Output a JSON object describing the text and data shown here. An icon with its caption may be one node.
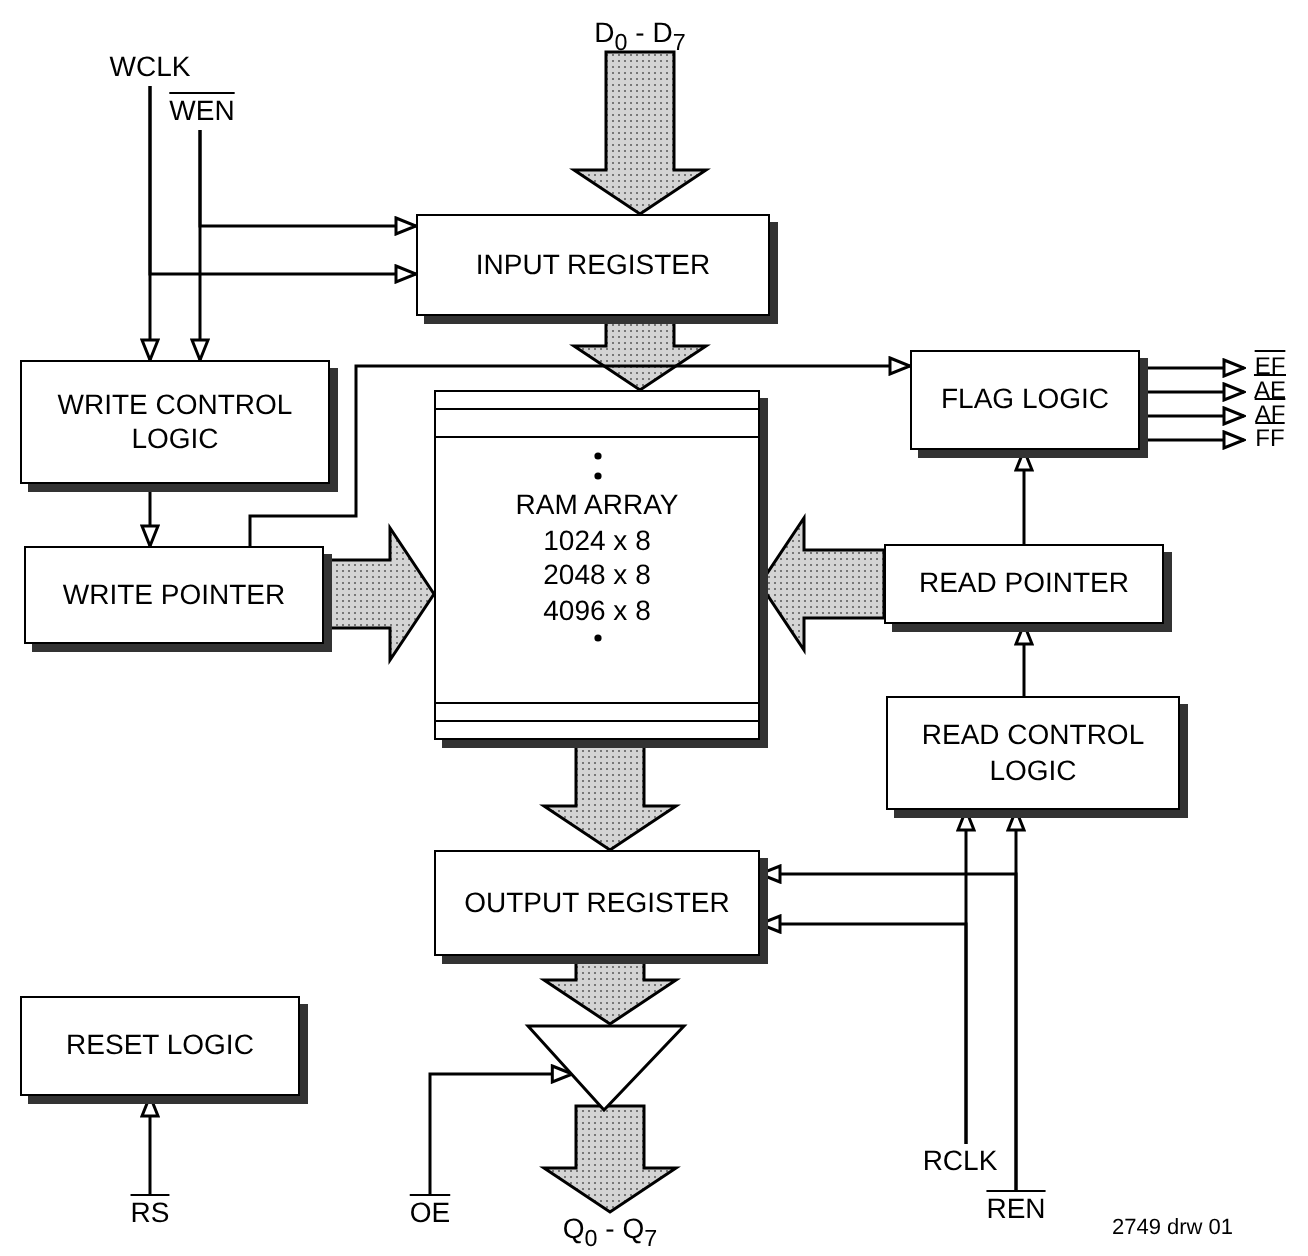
{
  "diagram": {
    "nodes": [
      {
        "text": [
          "D$_{0}$ - D$_{7}$"
        ]
      },
      {
        "text": [
          "WCLK"
        ]
      },
      {
        "text": [
          "WEN"
        ]
      },
      {
        "text": [
          "INPUT REGISTER"
        ]
      },
      {
        "text": [
          "WRITE CONTROL LOGIC"
        ]
      },
      {
        "text": [
          "WRITE POINTER"
        ]
      },
      {
        "text": [
          "RAM ARRAY",
          "1024 x 8",
          "2048 x 8",
          "4096 x 8"
        ]
      },
      {
        "text": [
          "FLAG LOGIC"
        ]
      },
      {
        "text": [
          "READ POINTER"
        ]
      },
      {
        "text": [
          "READ CONTROL LOGIC"
        ]
      },
      {
        "text": [
          "OUTPUT REGISTER"
        ]
      },
      {
        "text": [],
        "shape": "triangle"
      },
      {
        "text": [
          "RESET LOGIC"
        ]
      },
      {
        "text": [
          "RS"
        ]
      },
      {
        "text": [
          "OE"
        ]
      },
      {
        "text": [
          "Q$_{0}$ - Q$_{7}$"
        ]
      },
      {
        "text": [
          "RCLK"
        ]
      },
      {
        "text": [
          "REN"
        ]
      },
      {
        "text": [
          "EF"
        ]
      },
      {
        "text": [
          "AE"
        ]
      },
      {
        "text": [
          "AF"
        ]
      },
      {
        "text": [
          "FF"
        ]
      }
    ],
    "edges": [
      {
        "from": 0,
        "to": 3,
        "arrow": "to",
        "style": "thick"
      },
      {
        "from": 1,
        "to": 4,
        "arrow": "to"
      },
      {
        "from": 1,
        "to": 3,
        "arrow": "to"
      },
      {
        "from": 2,
        "to": 4,
        "arrow": "to"
      },
      {
        "from": 2,
        "to": 3,
        "arrow": "to"
      },
      {
        "from": 3,
        "to": 6,
        "arrow": "to",
        "style": "thick"
      },
      {
        "from": 4,
        "to": 5,
        "arrow": "to"
      },
      {
        "from": 5,
        "to": 6,
        "arrow": "to",
        "style": "thick"
      },
      {
        "from": 5,
        "to": 7,
        "arrow": "to"
      },
      {
        "from": 8,
        "to": 6,
        "arrow": "to",
        "style": "thick"
      },
      {
        "from": 8,
        "to": 7,
        "arrow": "to"
      },
      {
        "from": 9,
        "to": 8,
        "arrow": "to"
      },
      {
        "from": 6,
        "to": 10,
        "arrow": "to",
        "style": "thick"
      },
      {
        "from": 10,
        "to": 11,
        "arrow": "to",
        "style": "thick"
      },
      {
        "from": 11,
        "to": 15,
        "arrow": "to",
        "style": "thick"
      },
      {
        "from": 16,
        "to": 9,
        "arrow": "to"
      },
      {
        "from": 16,
        "to": 10,
        "arrow": "to"
      },
      {
        "from": 17,
        "to": 9,
        "arrow": "to"
      },
      {
        "from": 17,
        "to": 10,
        "arrow": "to"
      },
      {
        "from": 14,
        "to": 11,
        "arrow": "to"
      },
      {
        "from": 13,
        "to": 12,
        "arrow": "to"
      },
      {
        "from": 7,
        "to": 18,
        "arrow": "to"
      },
      {
        "from": 7,
        "to": 19,
        "arrow": "to"
      },
      {
        "from": 7,
        "to": 20,
        "arrow": "to"
      },
      {
        "from": 7,
        "to": 21,
        "arrow": "to"
      }
    ],
    "labels": [
      "2749 drw 01"
    ]
  }
}
